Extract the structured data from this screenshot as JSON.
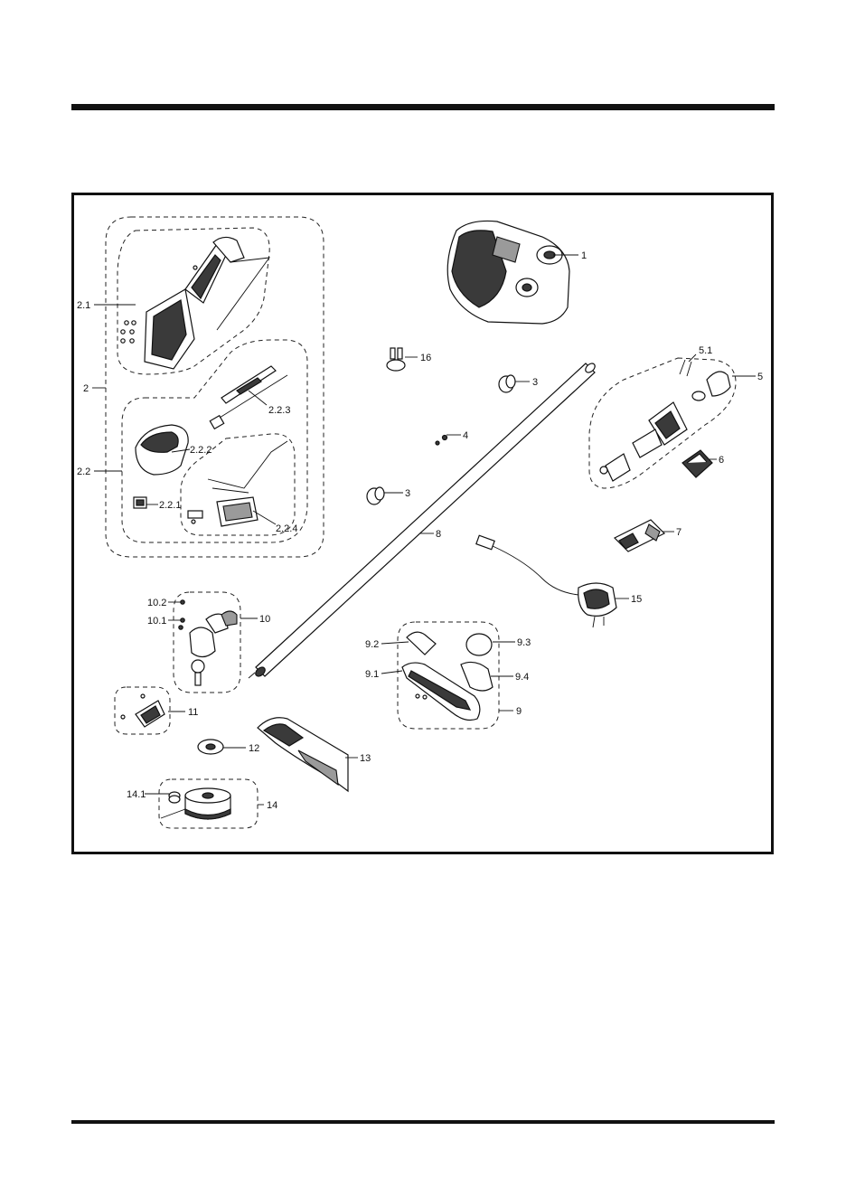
{
  "callouts": {
    "c1": "1",
    "c2": "2",
    "c2_1": "2.1",
    "c2_2": "2.2",
    "c2_2_1": "2.2.1",
    "c2_2_2": "2.2.2",
    "c2_2_3": "2.2.3",
    "c2_2_4": "2.2.4",
    "c3a": "3",
    "c3b": "3",
    "c4": "4",
    "c5": "5",
    "c5_1": "5.1",
    "c6": "6",
    "c7": "7",
    "c8": "8",
    "c9": "9",
    "c9_1": "9.1",
    "c9_2": "9.2",
    "c9_3": "9.3",
    "c9_4": "9.4",
    "c10": "10",
    "c10_1": "10.1",
    "c10_2": "10.2",
    "c11": "11",
    "c12": "12",
    "c13": "13",
    "c14": "14",
    "c14_1": "14.1",
    "c15": "15",
    "c16": "16"
  }
}
